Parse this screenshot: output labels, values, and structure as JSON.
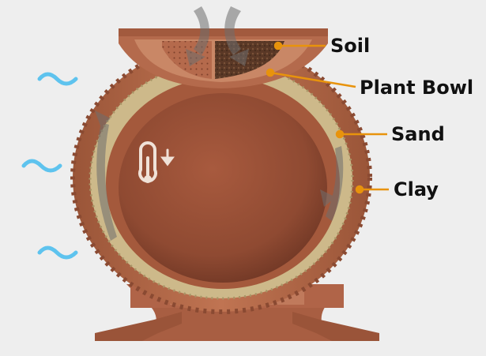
{
  "labels": {
    "soil": "Soil",
    "plant_bowl": "Plant Bowl",
    "sand": "Sand",
    "clay": "Clay"
  },
  "colors": {
    "background": "#eeeeee",
    "clay": "#b4684a",
    "clay_dark": "#8a4a32",
    "interior": "#9c5238",
    "sand": "#cdb98a",
    "soil": "#6b4530",
    "leader": "#e8930c",
    "air_waves": "#5ec3ee",
    "label": "#111111"
  },
  "icons": [
    "thermometer-icon",
    "down-arrow-icon",
    "air-wave-icon",
    "airflow-arrow-icon"
  ]
}
